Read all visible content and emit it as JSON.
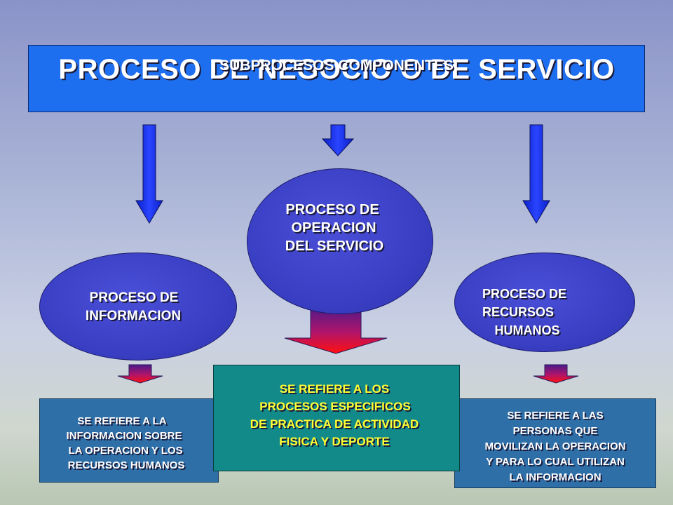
{
  "header": {
    "title": "PROCESO DE NEGOCIO O DE SERVICIO",
    "subtitle": "SUBPROCESOS  COMPONENTES"
  },
  "nodes": {
    "operacion": {
      "lines": [
        "PROCESO DE",
        "OPERACION",
        "DEL SERVICIO"
      ]
    },
    "informacion": {
      "lines": [
        "PROCESO DE",
        "INFORMACION"
      ]
    },
    "recursos": {
      "lines": [
        "PROCESO DE",
        "RECURSOS",
        "HUMANOS"
      ]
    }
  },
  "descriptions": {
    "operacion": {
      "lines": [
        "SE REFIERE A LOS",
        "PROCESOS  ESPECIFICOS",
        "DE PRACTICA DE ACTIVIDAD",
        "FISICA Y DEPORTE"
      ]
    },
    "informacion": {
      "lines": [
        "SE REFIERE A LA",
        "INFORMACION SOBRE",
        "LA OPERACION Y LOS",
        "RECURSOS HUMANOS"
      ]
    },
    "recursos": {
      "lines": [
        "SE REFIERE  A  LAS",
        "PERSONAS QUE",
        "MOVILIZAN LA OPERACION",
        "Y PARA LO CUAL UTILIZAN",
        "LA INFORMACION"
      ]
    }
  },
  "colors": {
    "header_fill": "#1e6ff0",
    "ellipse_fill": "#3a3fc4",
    "center_box_fill": "#138a8a",
    "side_box_fill": "#2e6fa8",
    "blue_arrow": "#1a2fe0",
    "gradient_arrow_top": "#5a1a8a",
    "gradient_arrow_bottom": "#ff1010",
    "description_center_text": "#ffff33",
    "text_white": "#ffffff"
  }
}
